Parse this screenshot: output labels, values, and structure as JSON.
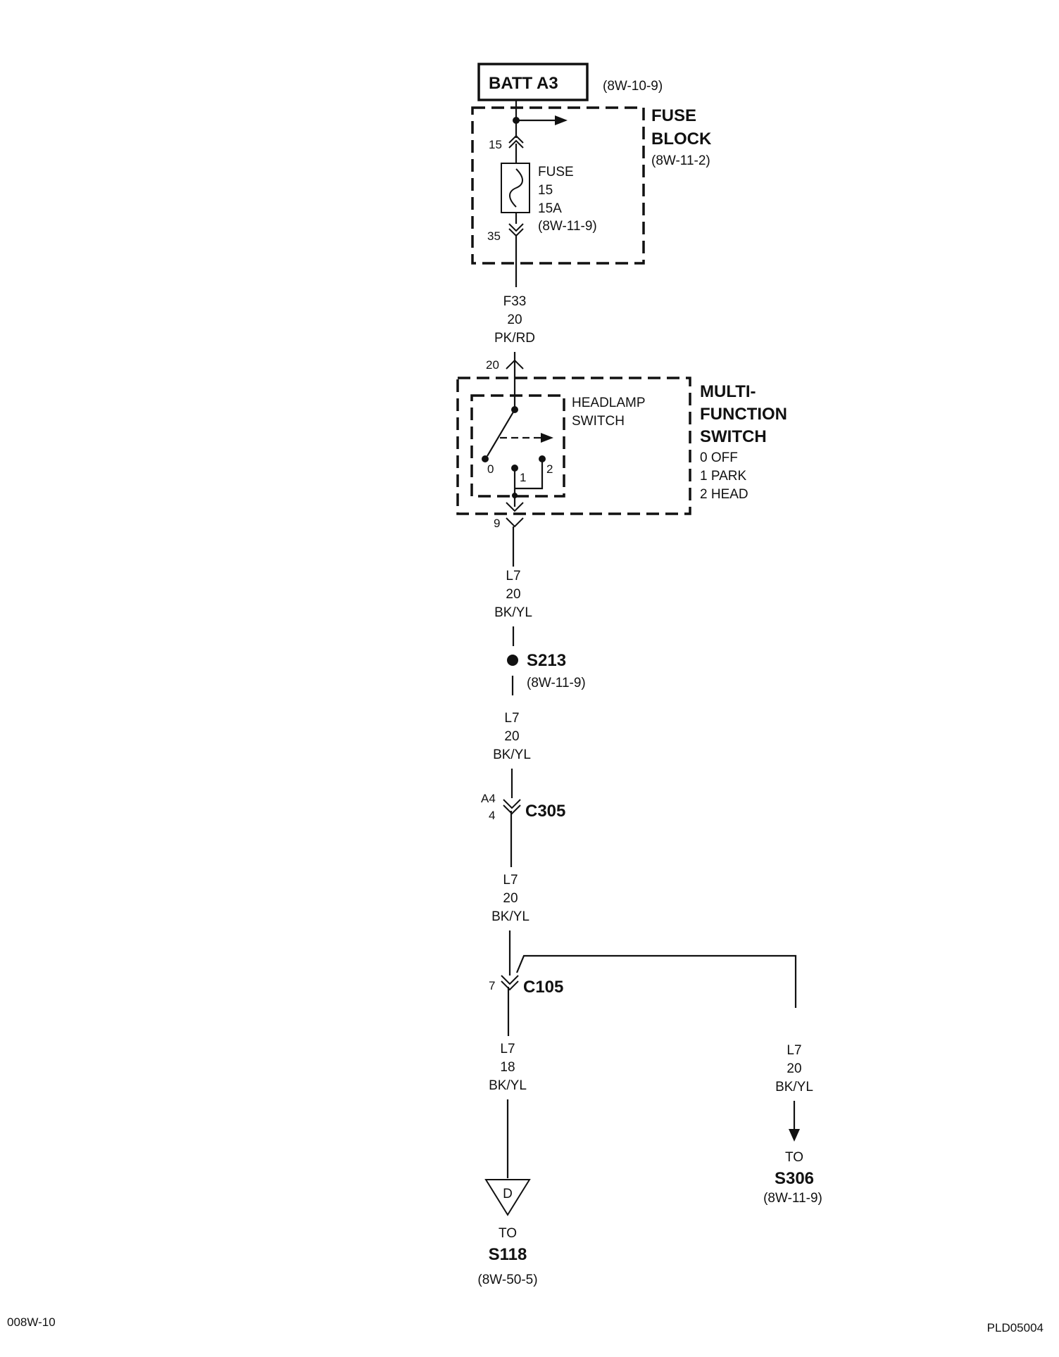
{
  "source": {
    "label": "BATT A3",
    "ref": "(8W-10-9)"
  },
  "fuse_block": {
    "title_line1": "FUSE",
    "title_line2": "BLOCK",
    "ref": "(8W-11-2)",
    "pin_in": "15",
    "pin_out": "35",
    "fuse_label": "FUSE",
    "fuse_number": "15",
    "fuse_rating": "15A",
    "fuse_ref": "(8W-11-9)"
  },
  "wire_f33": {
    "circuit": "F33",
    "gauge": "20",
    "color": "PK/RD"
  },
  "multifunction_switch": {
    "title_line1": "MULTI-",
    "title_line2": "FUNCTION",
    "title_line3": "SWITCH",
    "pin_in": "20",
    "pin_out": "9",
    "sub_label_line1": "HEADLAMP",
    "sub_label_line2": "SWITCH",
    "positions": [
      "0",
      "1",
      "2"
    ],
    "legend": [
      "0 OFF",
      "1 PARK",
      "2 HEAD"
    ]
  },
  "wire_l7_a": {
    "circuit": "L7",
    "gauge": "20",
    "color": "BK/YL"
  },
  "splice_s213": {
    "label": "S213",
    "ref": "(8W-11-9)"
  },
  "wire_l7_b": {
    "circuit": "L7",
    "gauge": "20",
    "color": "BK/YL"
  },
  "connector_c305": {
    "label": "C305",
    "pin_top": "A4",
    "pin_bottom": "4"
  },
  "wire_l7_c": {
    "circuit": "L7",
    "gauge": "20",
    "color": "BK/YL"
  },
  "connector_c105": {
    "label": "C105",
    "pin": "7"
  },
  "wire_l7_d": {
    "circuit": "L7",
    "gauge": "18",
    "color": "BK/YL"
  },
  "wire_l7_e": {
    "circuit": "L7",
    "gauge": "20",
    "color": "BK/YL"
  },
  "dest_s118": {
    "marker": "D",
    "to": "TO",
    "label": "S118",
    "ref": "(8W-50-5)"
  },
  "dest_s306": {
    "to": "TO",
    "label": "S306",
    "ref": "(8W-11-9)"
  },
  "footer": {
    "left": "008W-10",
    "right": "PLD05004"
  }
}
